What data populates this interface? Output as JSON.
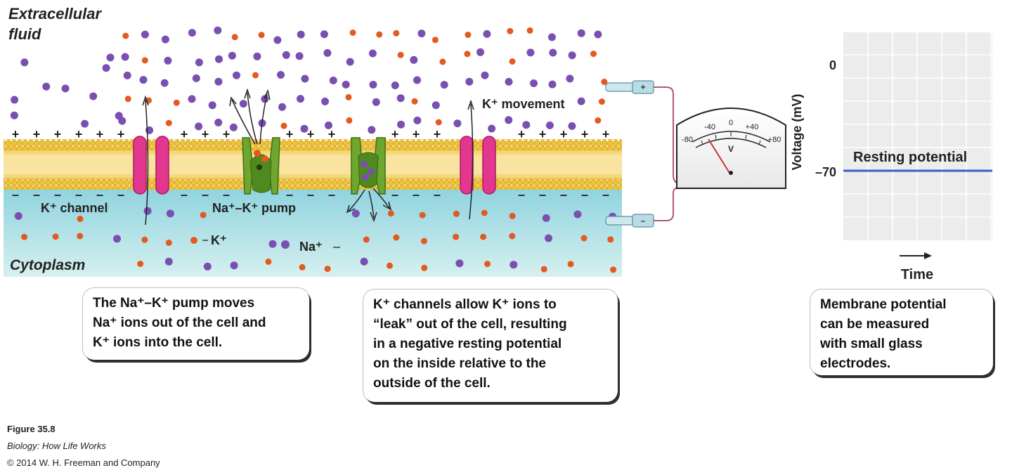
{
  "labels": {
    "extracellular_line1": "Extracellular",
    "extracellular_line2": "fluid",
    "cytoplasm": "Cytoplasm",
    "k_channel": "K⁺ channel",
    "na_k_pump": "Na⁺–K⁺ pump",
    "k_movement": "K⁺ movement",
    "k_ion": "K⁺",
    "na_ion": "Na⁺",
    "plus": "+",
    "minus": "–"
  },
  "meter": {
    "ticks": [
      "-80",
      "-40",
      "0",
      "+40",
      "+80"
    ],
    "unit": "V"
  },
  "graph": {
    "ylabel": "Voltage (mV)",
    "xlabel": "Time",
    "y_ticks": [
      "0",
      "–70"
    ],
    "resting_label": "Resting potential",
    "resting_value": -70
  },
  "callouts": {
    "pump": [
      "The Na⁺–K⁺ pump moves",
      "Na⁺ ions out of the cell and",
      "K⁺ ions into the  cell."
    ],
    "channels": [
      "K⁺ channels allow K⁺ ions to",
      "“leak” out of the cell, resulting",
      "in a negative resting potential",
      "on the inside relative to the",
      "outside of the cell."
    ],
    "electrodes": [
      "Membrane potential",
      "can be measured",
      "with small glass",
      "electrodes."
    ]
  },
  "credit": {
    "figure": "Figure 35.8",
    "book": "Biology: How Life Works",
    "copyright": "© 2014 W. H. Freeman and Company"
  },
  "colors": {
    "sodium_ion": "#7a4fb0",
    "potassium_ion": "#e25a1f",
    "membrane": "#f2c84a",
    "cytoplasm": "#a9dde6",
    "k_channel": "#e2368f",
    "pump": "#6fa630",
    "resting_line": "#3b5fc0"
  }
}
